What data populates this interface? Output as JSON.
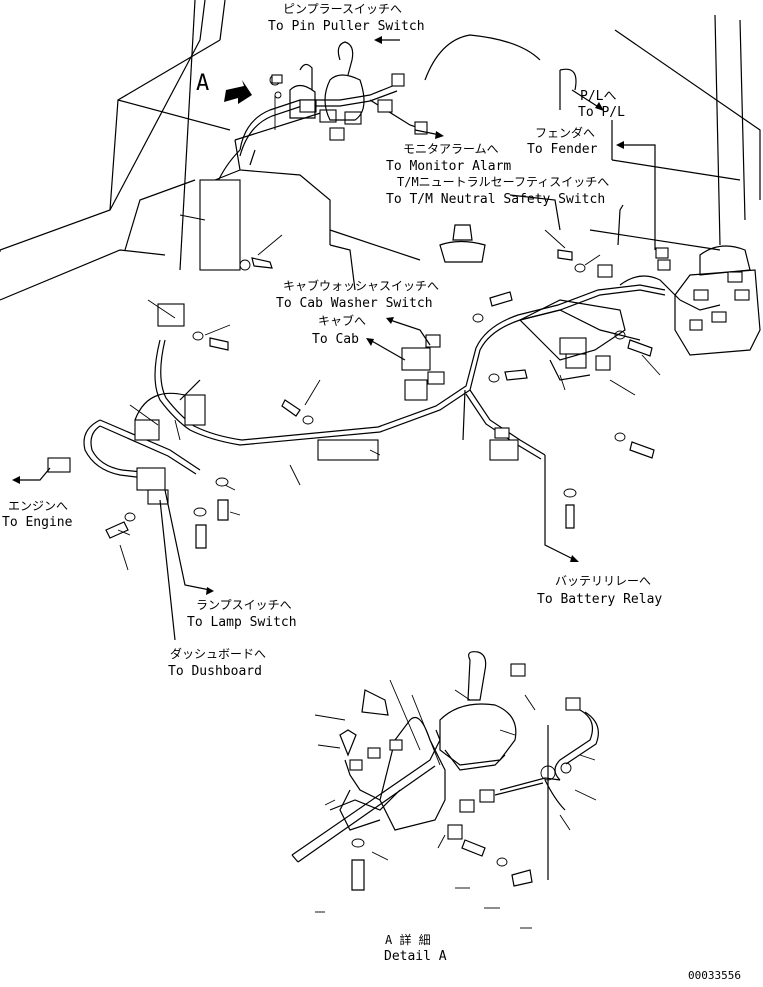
{
  "labels": {
    "pin_puller_jp": "ピンプラースイッチへ",
    "pin_puller_en": "To Pin Puller Switch",
    "pl_jp": "P/Lへ",
    "pl_en": "To P/L",
    "fender_jp": "フェンダへ",
    "fender_en": "To Fender",
    "monitor_jp": "モニタアラームへ",
    "monitor_en": "To Monitor Alarm",
    "tm_jp": "T/Mニュートラルセーフティスイッチへ",
    "tm_en": "To T/M Neutral Safety Switch",
    "cab_washer_jp": "キャブウォッシャスイッチへ",
    "cab_washer_en": "To Cab Washer Switch",
    "cab_jp": "キャブへ",
    "cab_en": "To Cab",
    "engine_jp": "エンジンへ",
    "engine_en": "To Engine",
    "battery_jp": "バッテリリレーへ",
    "battery_en": "To Battery Relay",
    "lamp_jp": "ランプスイッチへ",
    "lamp_en": "To Lamp Switch",
    "dash_jp": "ダッシュボードへ",
    "dash_en": "To Dushboard",
    "view_marker": "A",
    "detail_jp": "A 詳 細",
    "detail_en": "Detail A",
    "drawing_no": "00033556"
  }
}
